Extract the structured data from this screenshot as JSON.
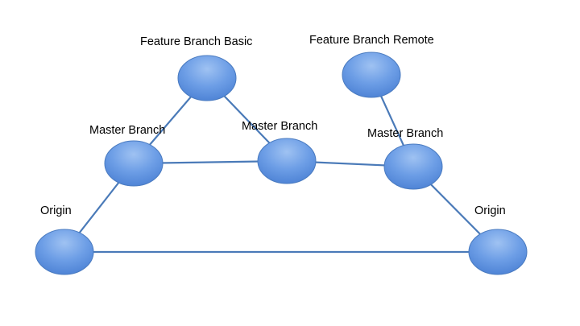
{
  "colors": {
    "node_fill_light": "#9fc2f2",
    "node_fill_mid": "#6d9ee6",
    "node_fill_dark": "#4f84d6",
    "edge": "#4a7ab8"
  },
  "nodes": [
    {
      "id": "origin-left",
      "label": "Origin"
    },
    {
      "id": "master-left",
      "label": "Master Branch"
    },
    {
      "id": "feature-basic",
      "label": "Feature Branch Basic"
    },
    {
      "id": "master-middle",
      "label": "Master Branch"
    },
    {
      "id": "master-right",
      "label": "Master Branch"
    },
    {
      "id": "feature-remote",
      "label": "Feature Branch Remote"
    },
    {
      "id": "origin-right",
      "label": "Origin"
    }
  ],
  "edges": [
    {
      "from": "origin-left",
      "to": "master-left"
    },
    {
      "from": "master-left",
      "to": "feature-basic"
    },
    {
      "from": "feature-basic",
      "to": "master-middle"
    },
    {
      "from": "master-left",
      "to": "master-middle"
    },
    {
      "from": "master-middle",
      "to": "master-right"
    },
    {
      "from": "master-right",
      "to": "feature-remote"
    },
    {
      "from": "master-right",
      "to": "origin-right"
    },
    {
      "from": "origin-left",
      "to": "origin-right"
    }
  ]
}
